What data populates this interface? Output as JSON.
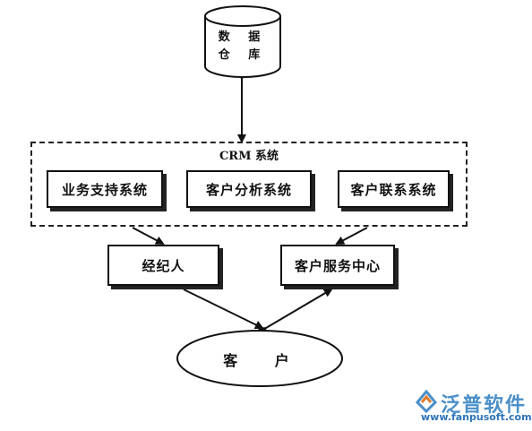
{
  "diagram": {
    "warehouse": {
      "line1": "数 据",
      "line2": "仓 库"
    },
    "crm_title": "CRM 系统",
    "subsystems": [
      "业务支持系统",
      "客户分析系统",
      "客户联系系统"
    ],
    "broker": "经纪人",
    "service_center": "客户服务中心",
    "customer": "客 户"
  },
  "watermark": {
    "name": "泛普软件",
    "url": "www.fanpusoft.com"
  }
}
